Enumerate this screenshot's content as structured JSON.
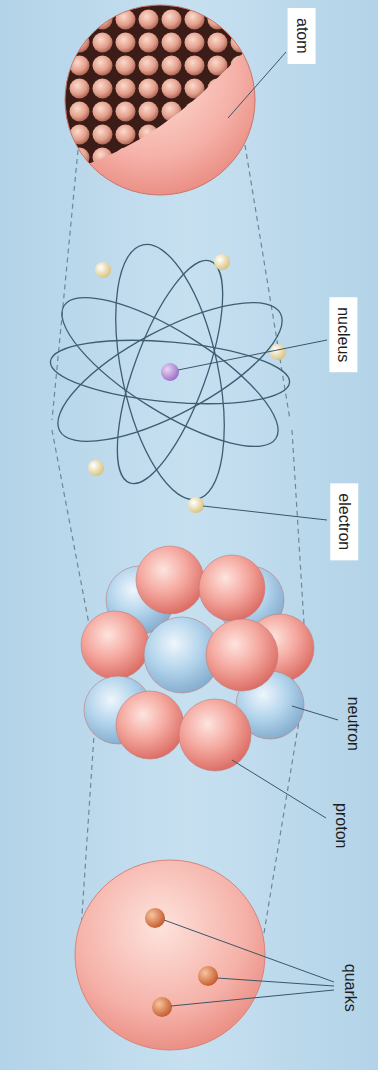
{
  "diagram": {
    "labels": [
      "atom",
      "nucleus",
      "electron",
      "neutron",
      "proton",
      "quarks"
    ]
  }
}
